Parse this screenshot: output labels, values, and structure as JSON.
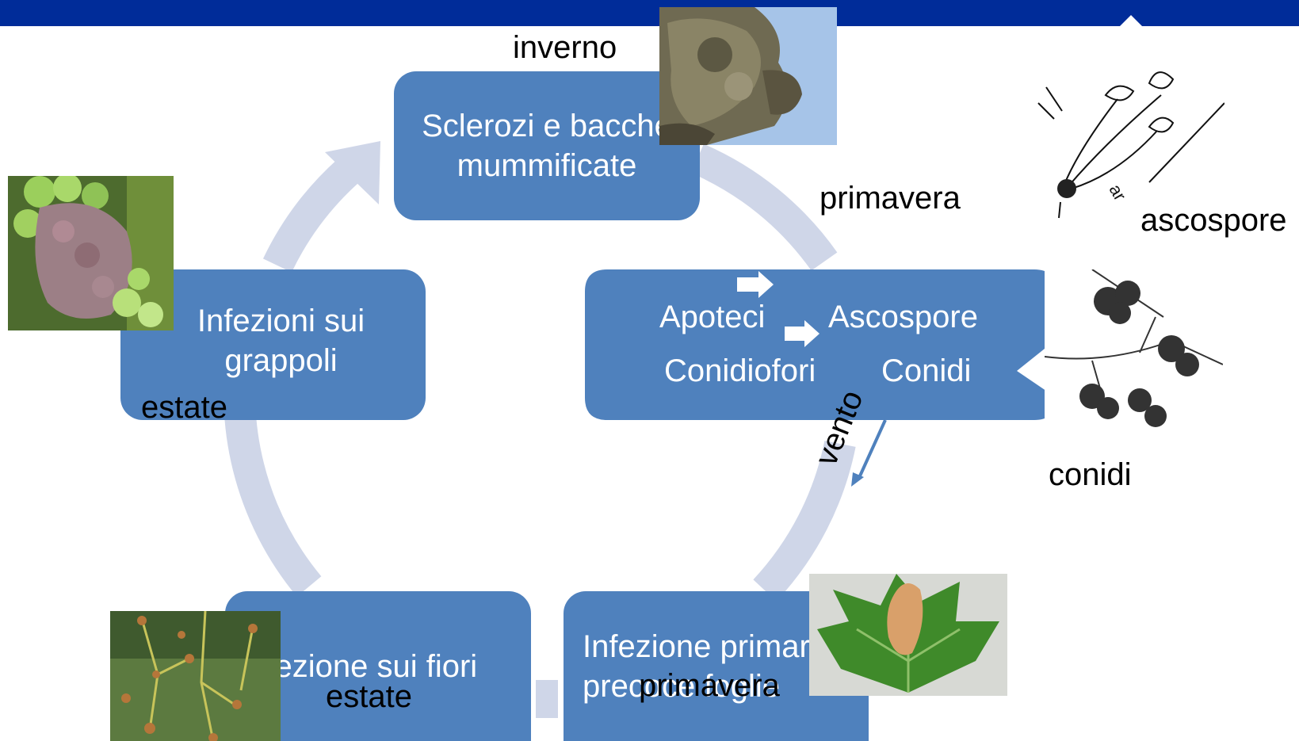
{
  "boxes": {
    "top": "Sclerozi e bacche mummificate",
    "left": "Infezioni sui grappoli",
    "bottom_left": "Infezione sui fiori",
    "bottom_right": "Infezione primaria precoce foglie"
  },
  "callout": {
    "apoteci": "Apoteci",
    "ascospore": "Ascospore",
    "conidiofori": "Conidiofori",
    "conidi": "Conidi"
  },
  "labels": {
    "inverno": "inverno",
    "primavera_top": "primavera",
    "ascospore": "ascospore",
    "conidi": "conidi",
    "vento": "vento",
    "estate_left": "estate",
    "estate_bottom": "estate",
    "primavera_bottom": "primavera"
  },
  "drawing_marks": {
    "ascospore_drawing": "ar"
  },
  "icons": {
    "process_arrows": "right-arrow-icon",
    "wind_arrow": "down-left-arrow-icon"
  },
  "colors": {
    "header": "#002c99",
    "box_fill": "#4f81bd",
    "cycle_arc": "#cfd6e8",
    "text_on_box": "#ffffff"
  }
}
